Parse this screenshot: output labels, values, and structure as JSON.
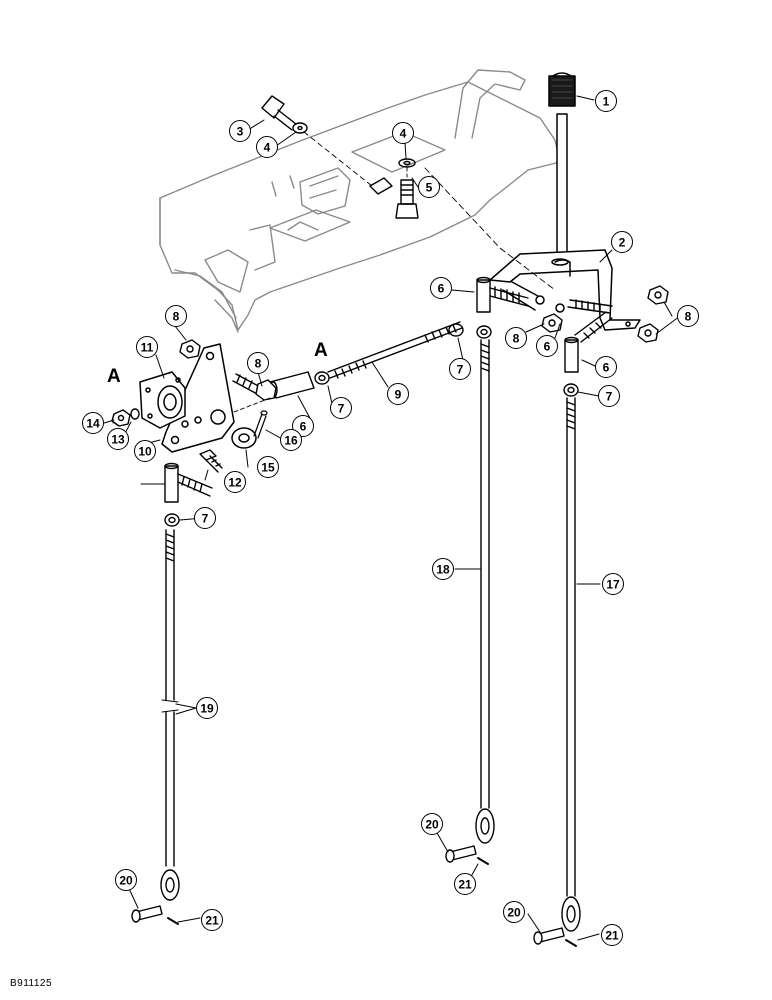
{
  "figure_id": "B911125",
  "section_marks": [
    "A",
    "A"
  ],
  "callouts": [
    "1",
    "2",
    "3",
    "4",
    "4",
    "5",
    "6",
    "6",
    "6",
    "6",
    "7",
    "7",
    "7",
    "7",
    "8",
    "8",
    "8",
    "8",
    "9",
    "10",
    "11",
    "12",
    "13",
    "14",
    "15",
    "16",
    "17",
    "18",
    "19",
    "20",
    "20",
    "20",
    "21",
    "21",
    "21"
  ]
}
